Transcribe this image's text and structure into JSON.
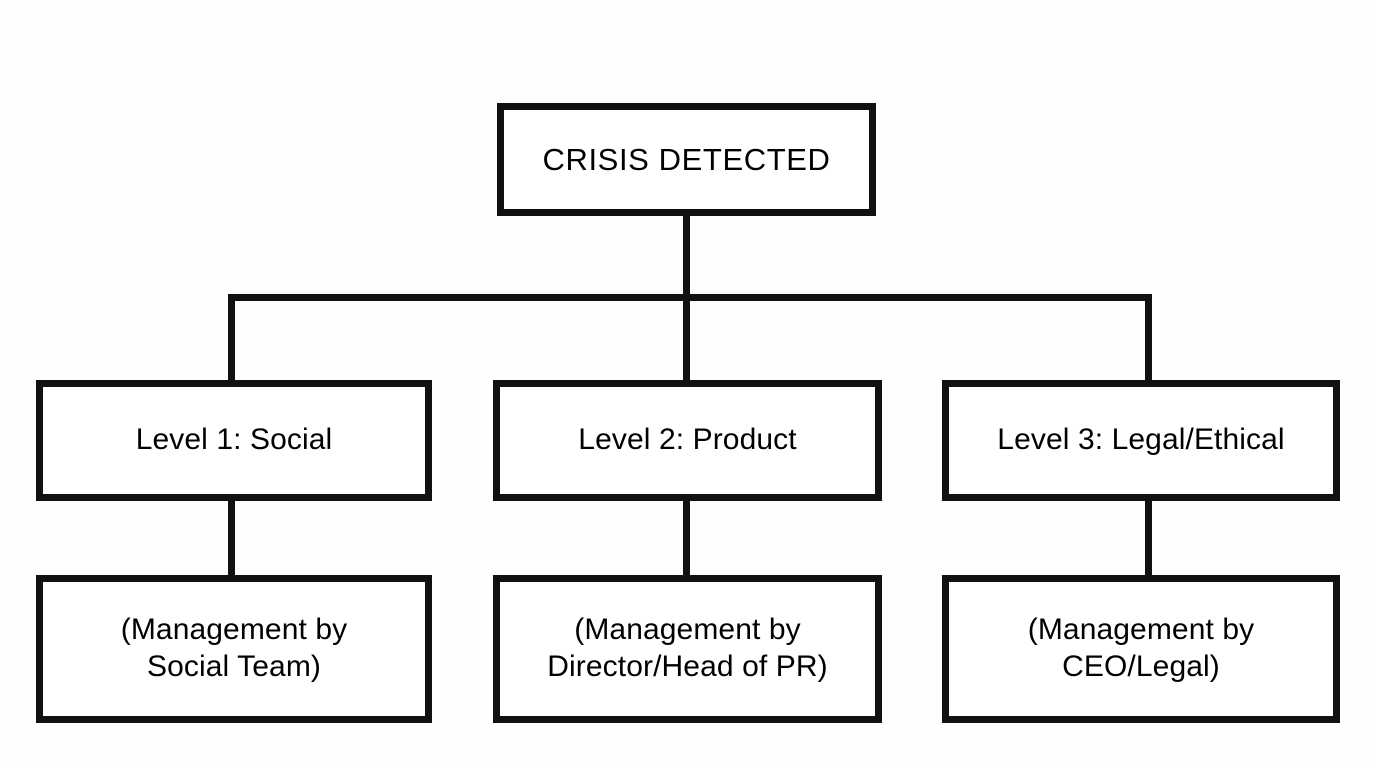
{
  "diagram": {
    "kind": "flowchart",
    "orientation": "top-down",
    "background_color": "#fefefe",
    "stroke_color": "#111111",
    "box_fill_color": "#ffffff",
    "root": {
      "id": "crisis-detected",
      "label": "CRISIS DETECTED"
    },
    "levels": [
      {
        "id": "level-1",
        "label": "Level 1: Social",
        "management_label": "(Management by\nSocial Team)"
      },
      {
        "id": "level-2",
        "label": "Level 2: Product",
        "management_label": "(Management by\nDirector/Head of PR)"
      },
      {
        "id": "level-3",
        "label": "Level 3: Legal/Ethical",
        "management_label": "(Management by\nCEO/Legal)"
      }
    ]
  }
}
